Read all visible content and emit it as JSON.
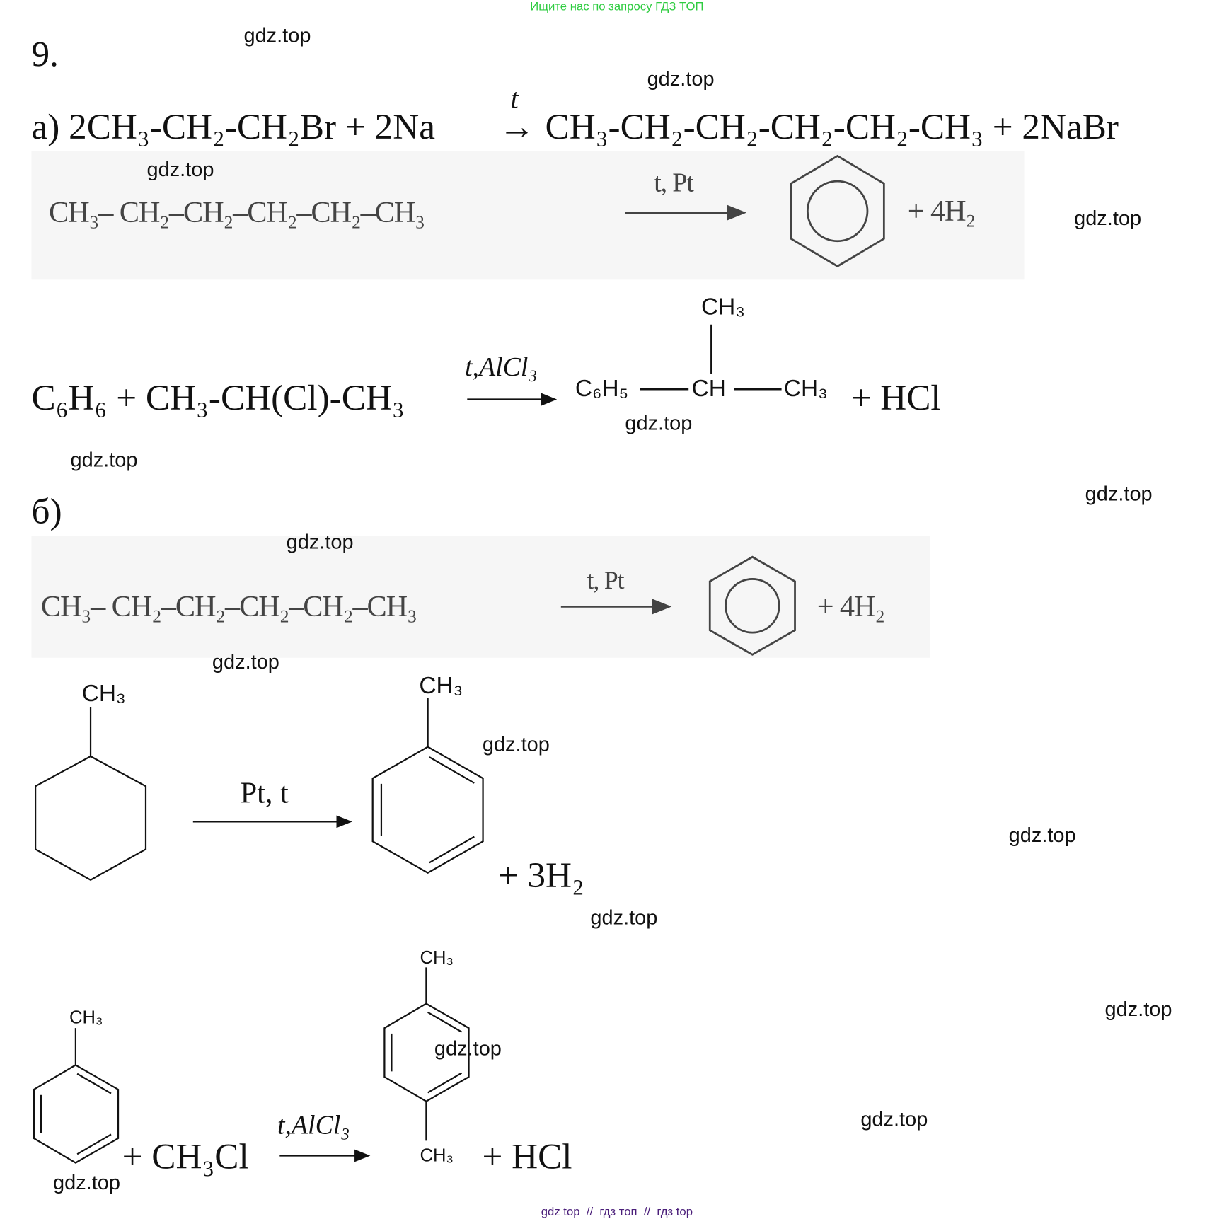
{
  "header_banner": "Ищите нас по запросу ГДЗ ТОП",
  "footer_banner": "gdz top  //  гдз топ  //  гдз top",
  "colors": {
    "header": "#2ecc40",
    "footer": "#4b1f7a",
    "scan_text": "#444444"
  },
  "watermark": "gdz.top",
  "task_number": "9.",
  "part_a": {
    "eq1_lhs": "а) 2CH₃-CH₂-CH₂Br + 2Na",
    "eq1_condition": "t",
    "eq1_rhs": "CH₃-CH₂-CH₂-CH₂-CH₂-CH₃  + 2NaBr",
    "eq2_lhs": "CH₃– CH₂–CH₂–CH₂–CH₂–CH₃",
    "eq2_condition": "t, Pt",
    "eq2_rhs": "+ 4H₂",
    "eq3_lhs": "C₆H₆ + CH₃-CH(Cl)-CH₃",
    "eq3_condition": "t,AlCl₃",
    "eq3_product_top": "CH₃",
    "eq3_product_left": "C₆H₅",
    "eq3_product_center": "CH",
    "eq3_product_right": "CH₃",
    "eq3_rhs": "+ HCl"
  },
  "part_b": {
    "label": "б)",
    "eq1_lhs": "CH₃– CH₂–CH₂–CH₂–CH₂–CH₃",
    "eq1_condition": "t, Pt",
    "eq1_rhs": "+ 4H₂",
    "eq2_reactant_ch3": "CH₃",
    "eq2_condition": "Pt, t",
    "eq2_product_ch3": "CH₃",
    "eq2_rhs": "+ 3H₂",
    "eq3_reactant_ch3": "CH₃",
    "eq3_reagent": "+ CH₃Cl",
    "eq3_condition": "t,AlCl₃",
    "eq3_product_ch3_top": "CH₃",
    "eq3_product_ch3_bottom": "CH₃",
    "eq3_rhs": "+ HCl"
  }
}
